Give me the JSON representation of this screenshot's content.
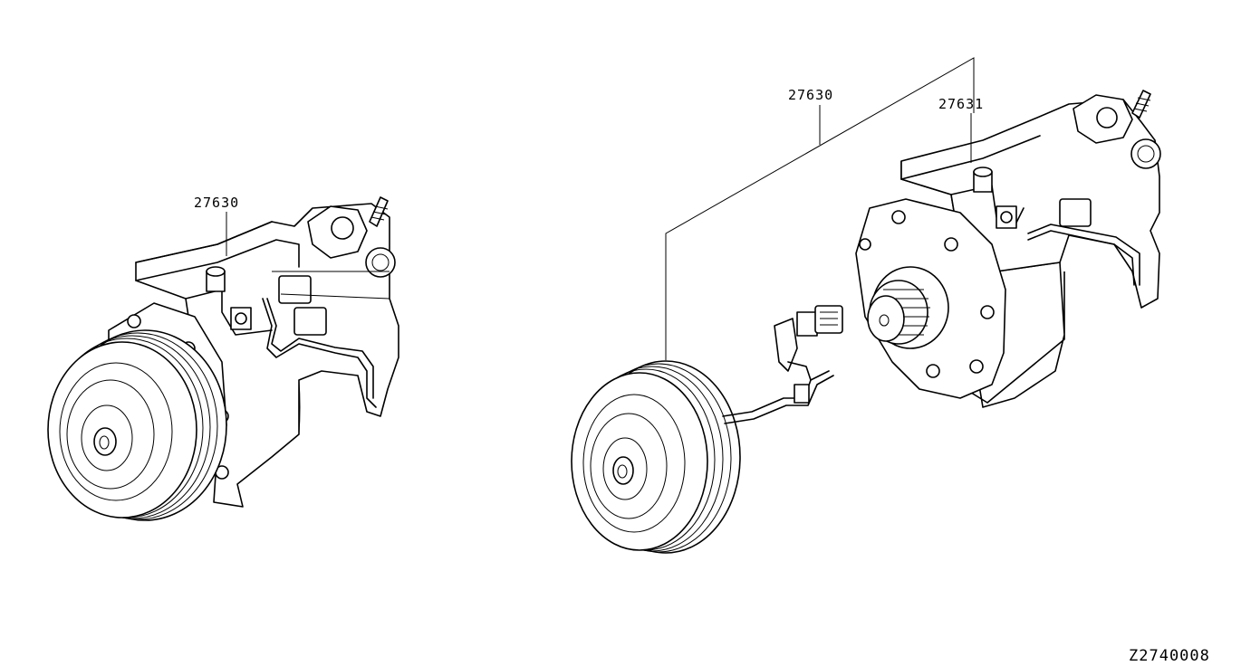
{
  "labels": {
    "left_assembly": "27630",
    "right_assembly": "27630",
    "right_body": "27631"
  },
  "diagram_code": "Z2740008"
}
